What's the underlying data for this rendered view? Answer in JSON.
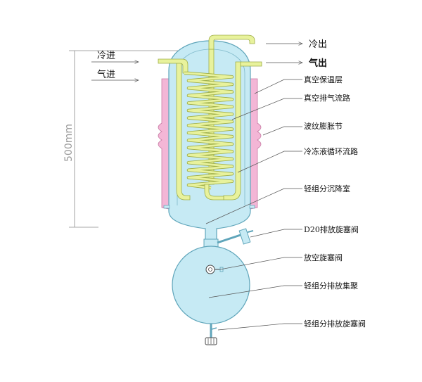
{
  "colors": {
    "vessel_fill": "#c6eaf4",
    "vessel_stroke": "#5fa5ba",
    "jacket_fill": "#f3b6d6",
    "coil_fill": "#e8f29c",
    "coil_stroke": "#9fae47",
    "leader_line": "#555555",
    "dimension_line": "#8a8a8a"
  },
  "labels": {
    "cold_in": "冷进",
    "gas_in": "气进",
    "cold_out": "冷出",
    "gas_out": "气出",
    "vacuum_insulation": "真空保温层",
    "vacuum_exhaust": "真空排气流路",
    "bellows": "波纹膨胀节",
    "coolant_loop": "冷冻液循环流路",
    "light_settling": "轻组分沉降室",
    "d20_valve": "D20排放旋塞阀",
    "vent_valve": "放空旋塞阀",
    "light_collect": "轻组分排放集聚",
    "light_drain_valve": "轻组分排放旋塞阀"
  },
  "dimension": {
    "height_text": "500mm"
  }
}
